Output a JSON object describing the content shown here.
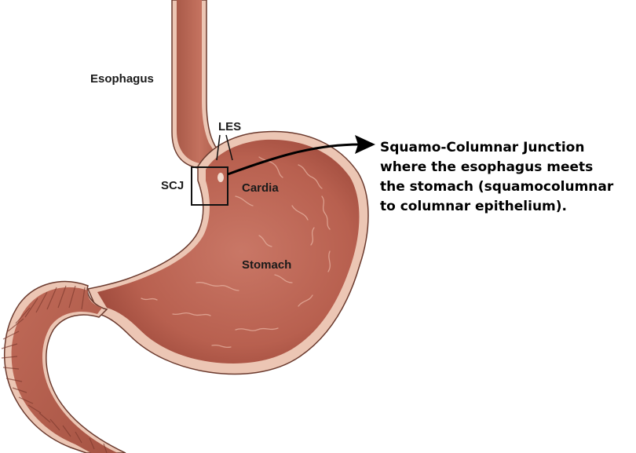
{
  "labels": {
    "esophagus": "Esophagus",
    "les": "LES",
    "scj": "SCJ",
    "cardia": "Cardia",
    "stomach": "Stomach"
  },
  "callout": {
    "lines": [
      "Squamo-Columnar Junction",
      "where the esophagus meets",
      "the stomach (squamocolumnar",
      "to columnar epithelium)."
    ]
  },
  "colors": {
    "tissue": "#c26b5a",
    "tissue_dark": "#9c4a3c",
    "lining": "#ecc6b4",
    "outline": "#5a3128",
    "arrow": "#000000"
  }
}
